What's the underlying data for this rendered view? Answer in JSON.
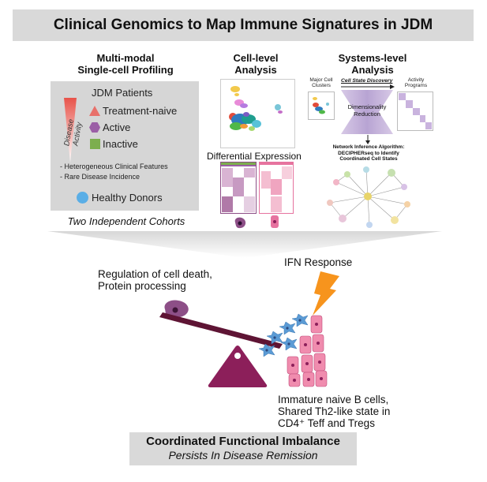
{
  "title": "Clinical Genomics to Map Immune Signatures in JDM",
  "left_section": {
    "title_line1": "Multi-modal",
    "title_line2": "Single-cell Profiling",
    "patients_label": "JDM Patients",
    "disease_activity_label": "Disease Activity",
    "groups": [
      {
        "label": "Treatment-naive",
        "color": "#e8706a",
        "icon": "triangle-icon"
      },
      {
        "label": "Active",
        "color": "#9b5fa6",
        "icon": "hexagon-icon"
      },
      {
        "label": "Inactive",
        "color": "#7cae4e",
        "icon": "square-icon"
      }
    ],
    "notes": [
      "Heterogeneous Clinical Features",
      "Rare Disease Incidence"
    ],
    "healthy_label": "Healthy Donors",
    "healthy_color": "#5aaee6",
    "cohorts_label": "Two Independent Cohorts"
  },
  "middle_section": {
    "title_line1": "Cell-level",
    "title_line2": "Analysis",
    "diff_expr_label": "Differential Expression"
  },
  "right_section": {
    "title_line1": "Systems-level",
    "title_line2": "Analysis",
    "major_clusters_line1": "Major Cell",
    "major_clusters_line2": "Clusters",
    "cell_state_label": "Cell State Discovery",
    "activity_line1": "Activity",
    "activity_line2": "Programs",
    "dimred_line1": "Dimensionality",
    "dimred_line2": "Reduction",
    "network_line1": "Network Inference Algorithm:",
    "network_line2": "DECIPHERseq to Identify",
    "network_line3": "Coordinated Cell States"
  },
  "lower": {
    "left_label_line1": "Regulation of cell death,",
    "left_label_line2": "Protein processing",
    "ifn_label": "IFN Response",
    "right_label_line1": "Immature naive B cells,",
    "right_label_line2": "Shared Th2-like state in",
    "right_label_line3": "CD4⁺ Teff and Tregs"
  },
  "bottom": {
    "title": "Coordinated Functional Imbalance",
    "subtitle": "Persists In Disease Remission"
  },
  "colors": {
    "purple": "#8d4f87",
    "pink": "#e6739f",
    "magenta": "#8c1f5a",
    "orange": "#f7941d",
    "blue_cell": "#5b9bd5"
  }
}
